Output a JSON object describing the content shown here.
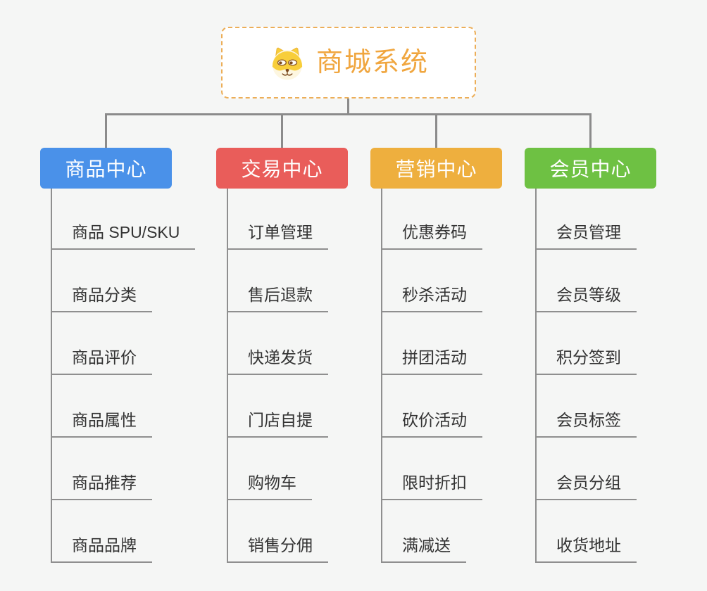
{
  "root": {
    "title": "商城系统",
    "icon": "shiba-dog-face"
  },
  "branches": [
    {
      "label": "商品中心",
      "color": "#4a91e9",
      "children": [
        "商品 SPU/SKU",
        "商品分类",
        "商品评价",
        "商品属性",
        "商品推荐",
        "商品品牌"
      ]
    },
    {
      "label": "交易中心",
      "color": "#e95d5a",
      "children": [
        "订单管理",
        "售后退款",
        "快递发货",
        "门店自提",
        "购物车",
        "销售分佣"
      ]
    },
    {
      "label": "营销中心",
      "color": "#eeaf3e",
      "children": [
        "优惠券码",
        "秒杀活动",
        "拼团活动",
        "砍价活动",
        "限时折扣",
        "满减送"
      ]
    },
    {
      "label": "会员中心",
      "color": "#6ec143",
      "children": [
        "会员管理",
        "会员等级",
        "积分签到",
        "会员标签",
        "会员分组",
        "收货地址"
      ]
    }
  ],
  "colors": {
    "background": "#f5f6f5",
    "connector": "#8b8b8b",
    "leaf_line": "#8f8f8f",
    "leaf_text": "#333333",
    "root_text": "#f0a63f",
    "root_border": "#ecae58",
    "branch_text": "#ffffff"
  }
}
